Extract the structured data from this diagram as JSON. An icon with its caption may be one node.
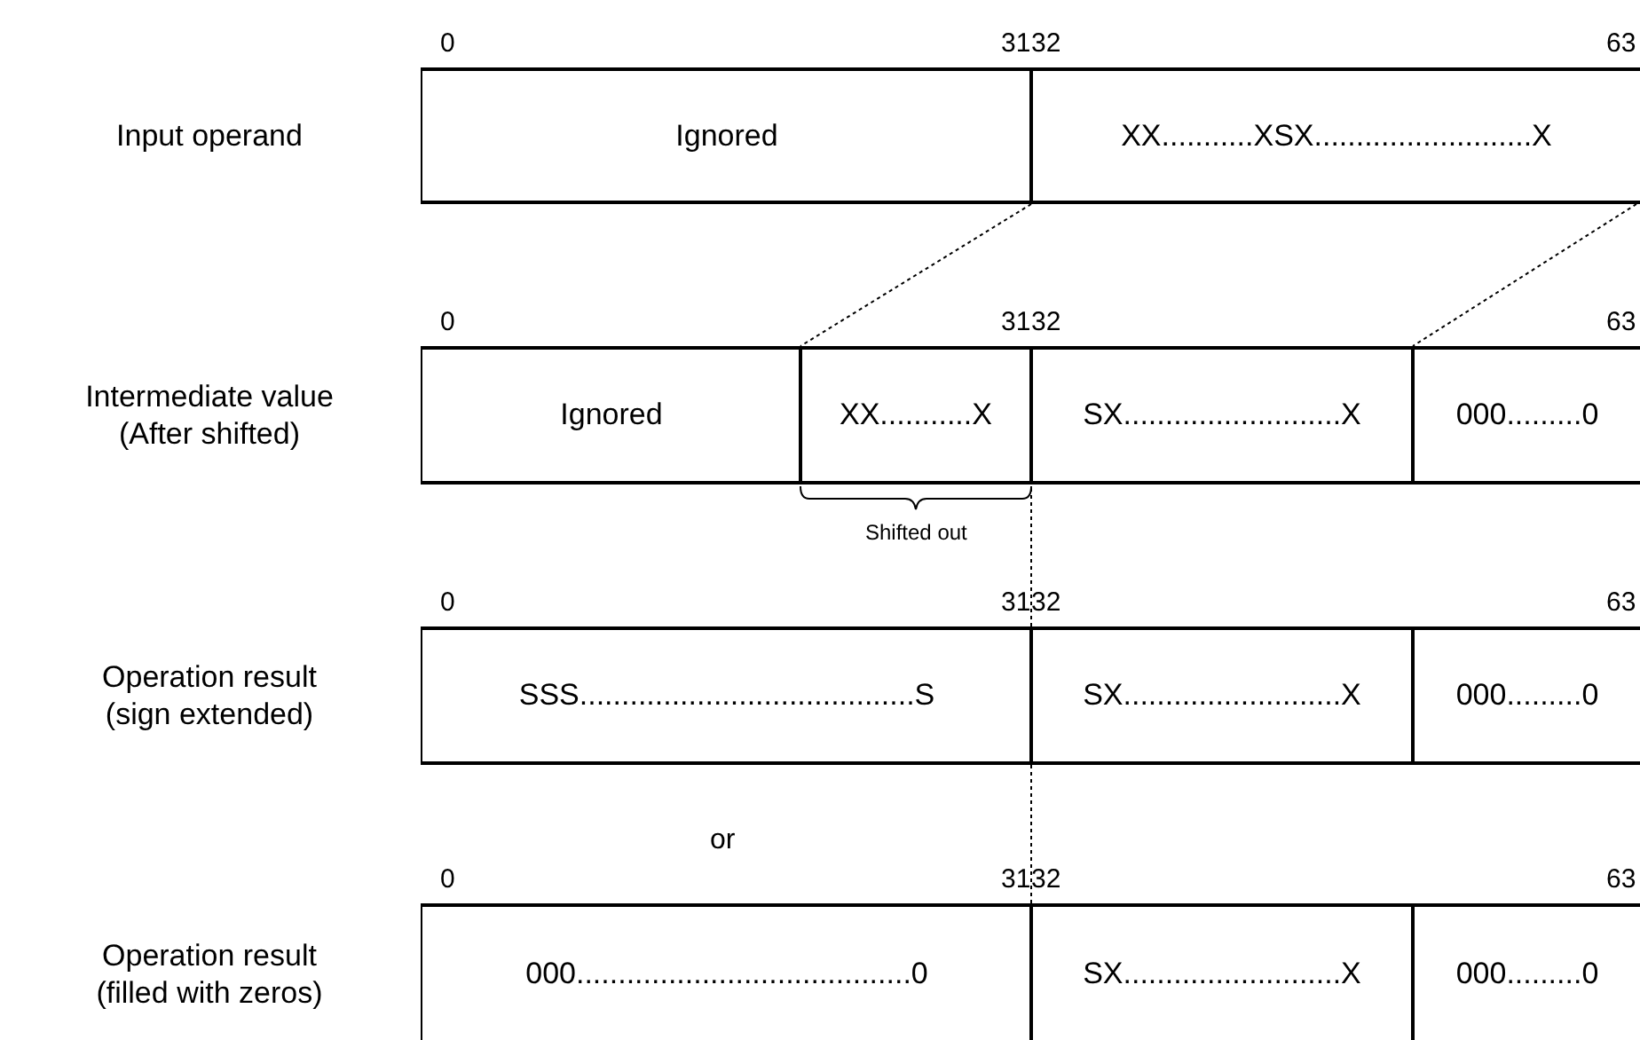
{
  "diagram": {
    "nodes": [
      {
        "text": [
          "Ignored"
        ]
      },
      {
        "text": [
          "XX...........XSX..........................X"
        ]
      },
      {
        "text": [
          "Ignored"
        ]
      },
      {
        "text": [
          "XX...........X"
        ]
      },
      {
        "text": [
          "SX..........................X"
        ]
      },
      {
        "text": [
          "000.........0"
        ]
      },
      {
        "text": [
          "SSS........................................S"
        ]
      },
      {
        "text": [
          "SX..........................X"
        ]
      },
      {
        "text": [
          "000.........0"
        ]
      },
      {
        "text": [
          "000........................................0"
        ]
      },
      {
        "text": [
          "SX..........................X"
        ]
      },
      {
        "text": [
          "000.........0"
        ]
      }
    ],
    "edges": [
      {
        "from": 1,
        "to": 3,
        "arrow": "none",
        "style": "dashed"
      },
      {
        "from": 1,
        "to": 5,
        "arrow": "none",
        "style": "dashed"
      }
    ],
    "labels": [
      "0",
      "31",
      "32",
      "63",
      "Input operand",
      "0",
      "31",
      "32",
      "63",
      "Intermediate value (After shifted)",
      "Shifted out",
      "0",
      "31",
      "32",
      "63",
      "Operation result (sign extended)",
      "or",
      "0",
      "31",
      "32",
      "63",
      "Operation result (filled with zeros)"
    ]
  }
}
